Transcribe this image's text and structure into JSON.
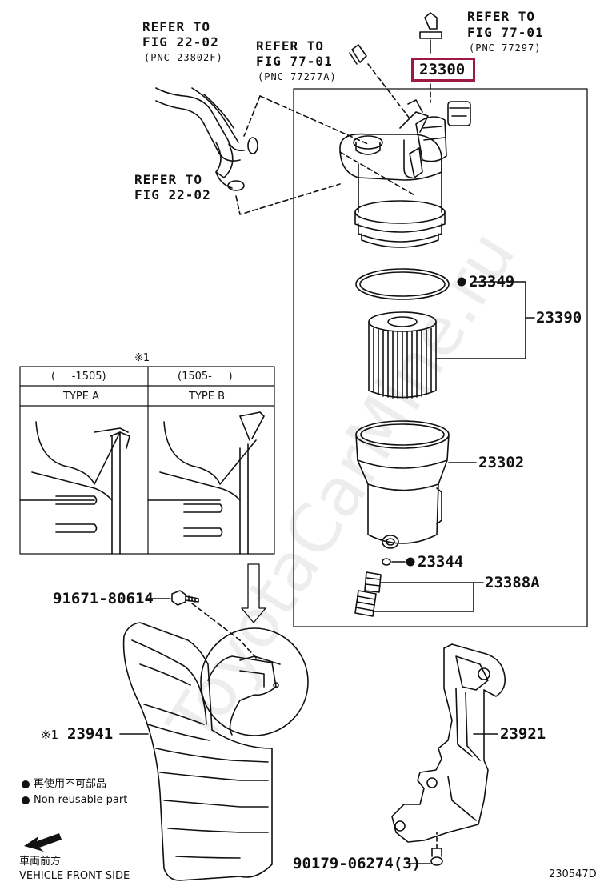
{
  "labels": {
    "ref_fig_22_02_top": "REFER TO",
    "ref_fig_22_02_top_line2": "FIG 22-02",
    "ref_fig_22_02_top_pnc": "(PNC 23802F)",
    "ref_fig_77_01_mid": "REFER TO",
    "ref_fig_77_01_mid_line2": "FIG 77-01",
    "ref_fig_77_01_mid_pnc": "(PNC 77277A)",
    "ref_fig_77_01_right": "REFER TO",
    "ref_fig_77_01_right_line2": "FIG 77-01",
    "ref_fig_77_01_right_pnc": "(PNC 77297)",
    "ref_fig_22_02_low": "REFER TO",
    "ref_fig_22_02_low_line2": "FIG 22-02"
  },
  "parts": {
    "p23300": "23300",
    "p23349": "23349",
    "p23390": "23390",
    "p23302": "23302",
    "p23344": "23344",
    "p23388A": "23388A",
    "p91671": "91671-80614",
    "p23941": "23941",
    "p23941_mark": "※1",
    "p23921": "23921",
    "p90179": "90179-06274(3)"
  },
  "table": {
    "note": "※1",
    "col_a_range": "(     -1505)",
    "col_b_range": "(1505-     )",
    "col_a_type": "TYPE A",
    "col_b_type": "TYPE B"
  },
  "legend": {
    "jp": "再使用不可部品",
    "en": "Non-reusable part"
  },
  "direction": {
    "jp": "車両前方",
    "en": "VEHICLE FRONT SIDE"
  },
  "figure_id": "230547D",
  "watermark": "ToyotaCarMine.ru",
  "colors": {
    "highlight": "#9c1a3f",
    "line": "#111111"
  }
}
